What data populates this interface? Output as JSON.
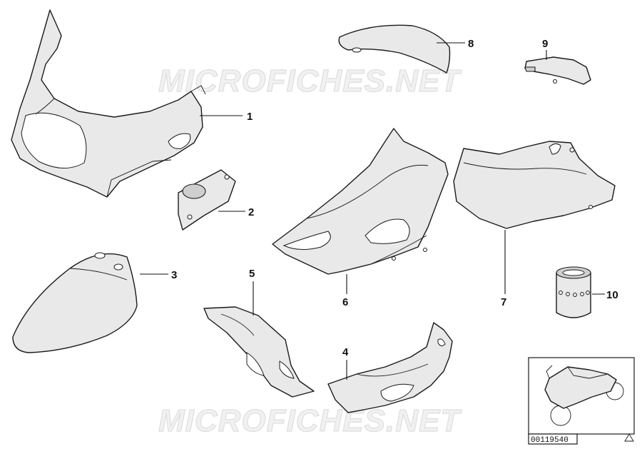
{
  "watermark": {
    "text": "MICROFICHES.NET"
  },
  "callouts": {
    "c1": "1",
    "c2": "2",
    "c3": "3",
    "c4": "4",
    "c5": "5",
    "c6": "6",
    "c7": "7",
    "c8": "8",
    "c9": "9",
    "c10": "10"
  },
  "inset": {
    "reference_number": "00119540"
  }
}
